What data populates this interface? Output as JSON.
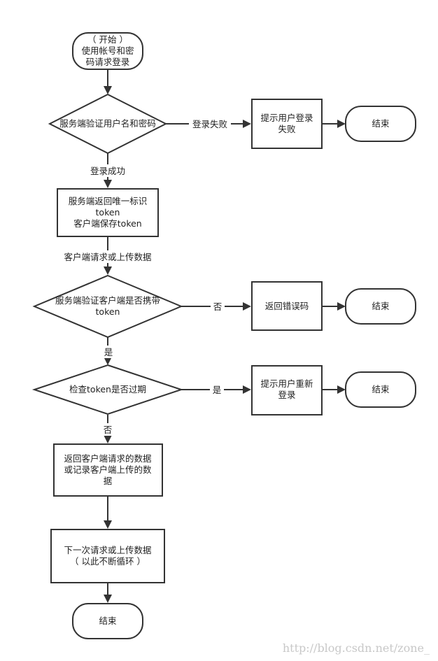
{
  "nodes": {
    "start": [
      "（ 开始 ）",
      "使用帐号和密",
      "码请求登录"
    ],
    "verify_credentials": [
      "服务端验证用户名和密码"
    ],
    "login_fail": [
      "提示用户登录",
      "失败"
    ],
    "end_1": [
      "结束"
    ],
    "return_token": [
      "服务端返回唯一标识",
      "token",
      "客户端保存token"
    ],
    "check_token_present": [
      "服务端验证客户端是否携带",
      "token"
    ],
    "return_error": [
      "返回错误码"
    ],
    "end_2": [
      "结束"
    ],
    "check_expired": [
      "检查token是否过期"
    ],
    "relogin": [
      "提示用户重新",
      "登录"
    ],
    "end_3": [
      "结束"
    ],
    "return_data": [
      "返回客户端请求的数据",
      "或记录客户端上传的数",
      "据"
    ],
    "next_request": [
      "下一次请求或上传数据",
      "（ 以此不断循环 ）"
    ],
    "end_4": [
      "结束"
    ]
  },
  "edges": {
    "login_failed": "登录失败",
    "login_success": "登录成功",
    "client_request": "客户端请求或上传数据",
    "token_no": "否",
    "token_yes": "是",
    "expired_yes": "是",
    "expired_no": "否"
  },
  "watermark": "http://blog.csdn.net/zone_"
}
